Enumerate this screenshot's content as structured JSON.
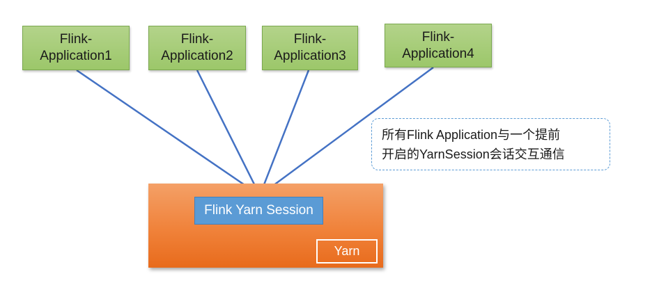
{
  "applications": [
    {
      "line1": "Flink-",
      "line2": "Application1"
    },
    {
      "line1": "Flink-",
      "line2": "Application2"
    },
    {
      "line1": "Flink-",
      "line2": "Application3"
    },
    {
      "line1": "Flink-",
      "line2": "Application4"
    }
  ],
  "session": {
    "label": "Flink Yarn Session"
  },
  "yarn": {
    "label": "Yarn"
  },
  "note": {
    "line1": "所有Flink Application与一个提前",
    "line2": "开启的YarnSession会话交互通信"
  },
  "colors": {
    "app_fill": "#9cc76a",
    "connector": "#4472c4",
    "session_fill": "#5b9bd5",
    "yarn_fill": "#f0823a",
    "note_border": "#5b9bd5"
  }
}
